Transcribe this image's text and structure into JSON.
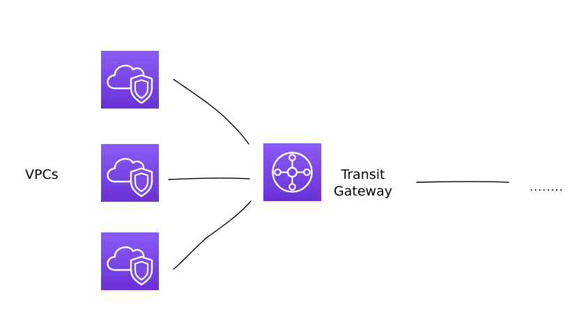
{
  "labels": {
    "vpcs": "VPCs",
    "transit_gateway_line1": "Transit",
    "transit_gateway_line2": "Gateway",
    "more": "........"
  },
  "icons": {
    "vpc": "vpc-cloud-shield-icon",
    "transit_gateway": "transit-gateway-hub-icon"
  },
  "colors": {
    "icon_gradient_top": "#8a5cf6",
    "icon_gradient_bottom": "#6a31d6",
    "icon_stroke": "#ffffff",
    "connector": "#000000",
    "background": "#ffffff",
    "text": "#000000"
  }
}
